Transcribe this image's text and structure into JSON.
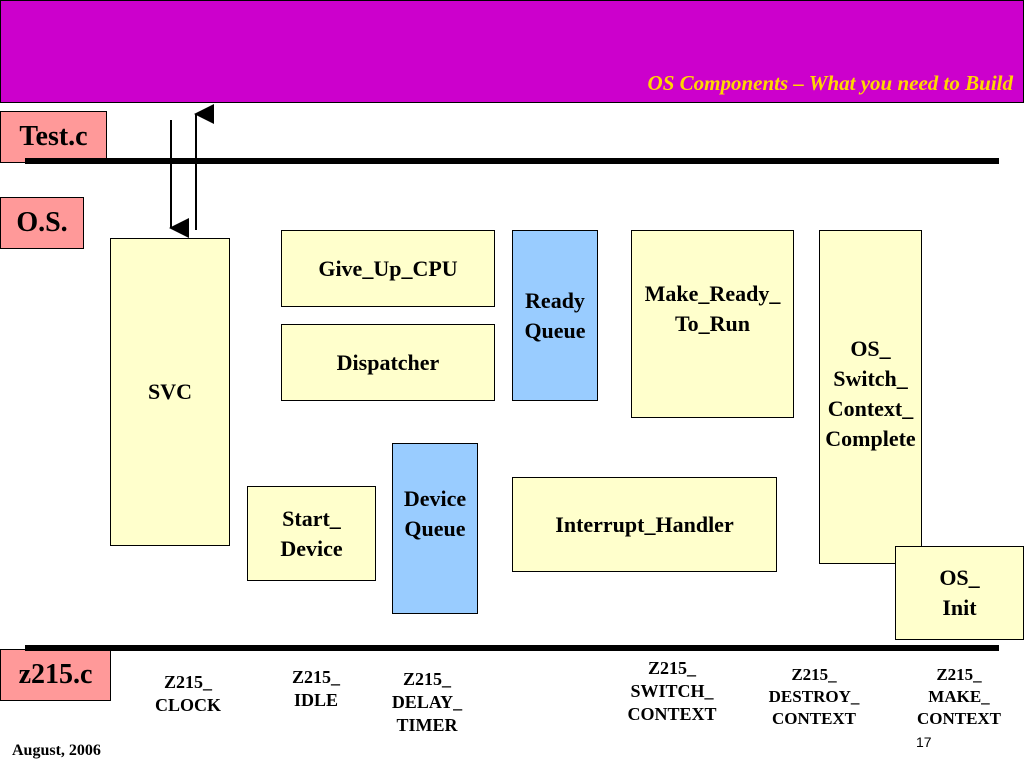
{
  "header": {
    "title": "OS Components – What you need to Build"
  },
  "layers": {
    "test": "Test.c",
    "os": "O.S.",
    "hardware": "z215.c"
  },
  "components": {
    "svc": "SVC",
    "give_up_cpu": "Give_Up_CPU",
    "dispatcher": "Dispatcher",
    "ready_queue": [
      "Ready",
      "Queue"
    ],
    "make_ready_to_run": [
      "Make_Ready_",
      "To_Run"
    ],
    "os_switch_context_complete": [
      "OS_",
      "Switch_",
      "Context_",
      "Complete"
    ],
    "start_device": [
      "Start_",
      "Device"
    ],
    "device_queue": [
      "Device",
      "Queue"
    ],
    "interrupt_handler": "Interrupt_Handler",
    "os_init": [
      "OS_",
      "Init"
    ]
  },
  "hardware_calls": {
    "clock": [
      "Z215_",
      "CLOCK"
    ],
    "idle": [
      "Z215_",
      "IDLE"
    ],
    "delay_timer": [
      "Z215_",
      "DELAY_",
      "TIMER"
    ],
    "switch_context": [
      "Z215_",
      "SWITCH_",
      "CONTEXT"
    ],
    "destroy_context": [
      "Z215_",
      "DESTROY_",
      "CONTEXT"
    ],
    "make_context": [
      "Z215_",
      "MAKE_",
      "CONTEXT"
    ]
  },
  "colors": {
    "header_bg": "#cc00cc",
    "header_text": "#ffd700",
    "layer_label_bg": "#ff9999",
    "component_bg": "#ffffcc",
    "queue_bg": "#99ccff"
  },
  "footer": {
    "date": "August, 2006",
    "page": "17"
  }
}
